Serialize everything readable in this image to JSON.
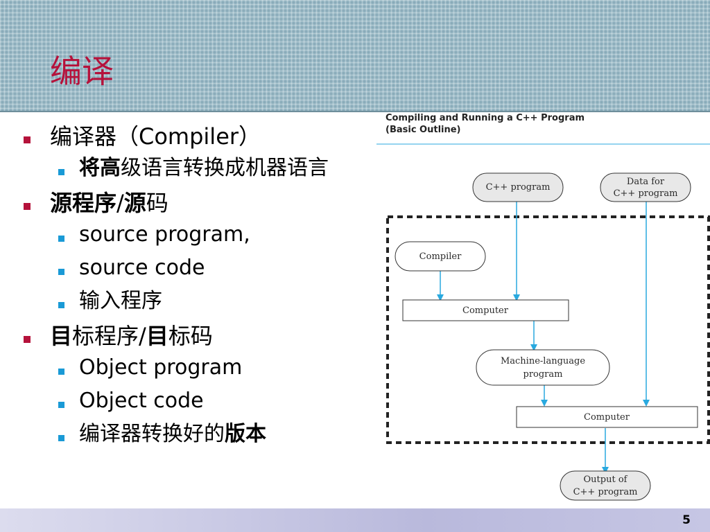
{
  "slide": {
    "title": "编译",
    "page_number": "5"
  },
  "bullets": [
    {
      "level": 1,
      "parts": [
        {
          "text": "编译器（Compiler）",
          "bold": false
        }
      ]
    },
    {
      "level": 2,
      "parts": [
        {
          "text": "将高",
          "bold": true
        },
        {
          "text": "级语言转换成机器语言",
          "bold": false
        }
      ]
    },
    {
      "level": 1,
      "parts": [
        {
          "text": "源程序",
          "bold": true
        },
        {
          "text": "/",
          "bold": false
        },
        {
          "text": "源",
          "bold": true
        },
        {
          "text": "码",
          "bold": false
        }
      ]
    },
    {
      "level": 2,
      "parts": [
        {
          "text": "source program,",
          "bold": false
        }
      ]
    },
    {
      "level": 2,
      "parts": [
        {
          "text": "source code",
          "bold": false
        }
      ]
    },
    {
      "level": 2,
      "parts": [
        {
          "text": "输入程序",
          "bold": false
        }
      ]
    },
    {
      "level": 1,
      "parts": [
        {
          "text": "目",
          "bold": true
        },
        {
          "text": "标程序/",
          "bold": false
        },
        {
          "text": "目",
          "bold": true
        },
        {
          "text": "标码",
          "bold": false
        }
      ]
    },
    {
      "level": 2,
      "parts": [
        {
          "text": "Object program",
          "bold": false
        }
      ]
    },
    {
      "level": 2,
      "parts": [
        {
          "text": "Object code",
          "bold": false
        }
      ]
    },
    {
      "level": 2,
      "parts": [
        {
          "text": "编译器转换好的",
          "bold": false
        },
        {
          "text": "版本",
          "bold": true
        }
      ]
    }
  ],
  "diagram": {
    "title_line1": "Compiling and Running a C++ Program",
    "title_line2": "(Basic Outline)",
    "cpp_program": "C++ program",
    "data_line1": "Data for",
    "data_line2": "C++ program",
    "compiler": "Compiler",
    "computer1": "Computer",
    "machine_line1": "Machine-language",
    "machine_line2": "program",
    "computer2": "Computer",
    "output_line1": "Output of",
    "output_line2": "C++ program",
    "arrow_color": "#29a9df",
    "node_fill": "#e8e8e8"
  },
  "colors": {
    "title": "#b5123b",
    "level1_bullet": "#b5123b",
    "level2_bullet": "#1a9ad6"
  }
}
